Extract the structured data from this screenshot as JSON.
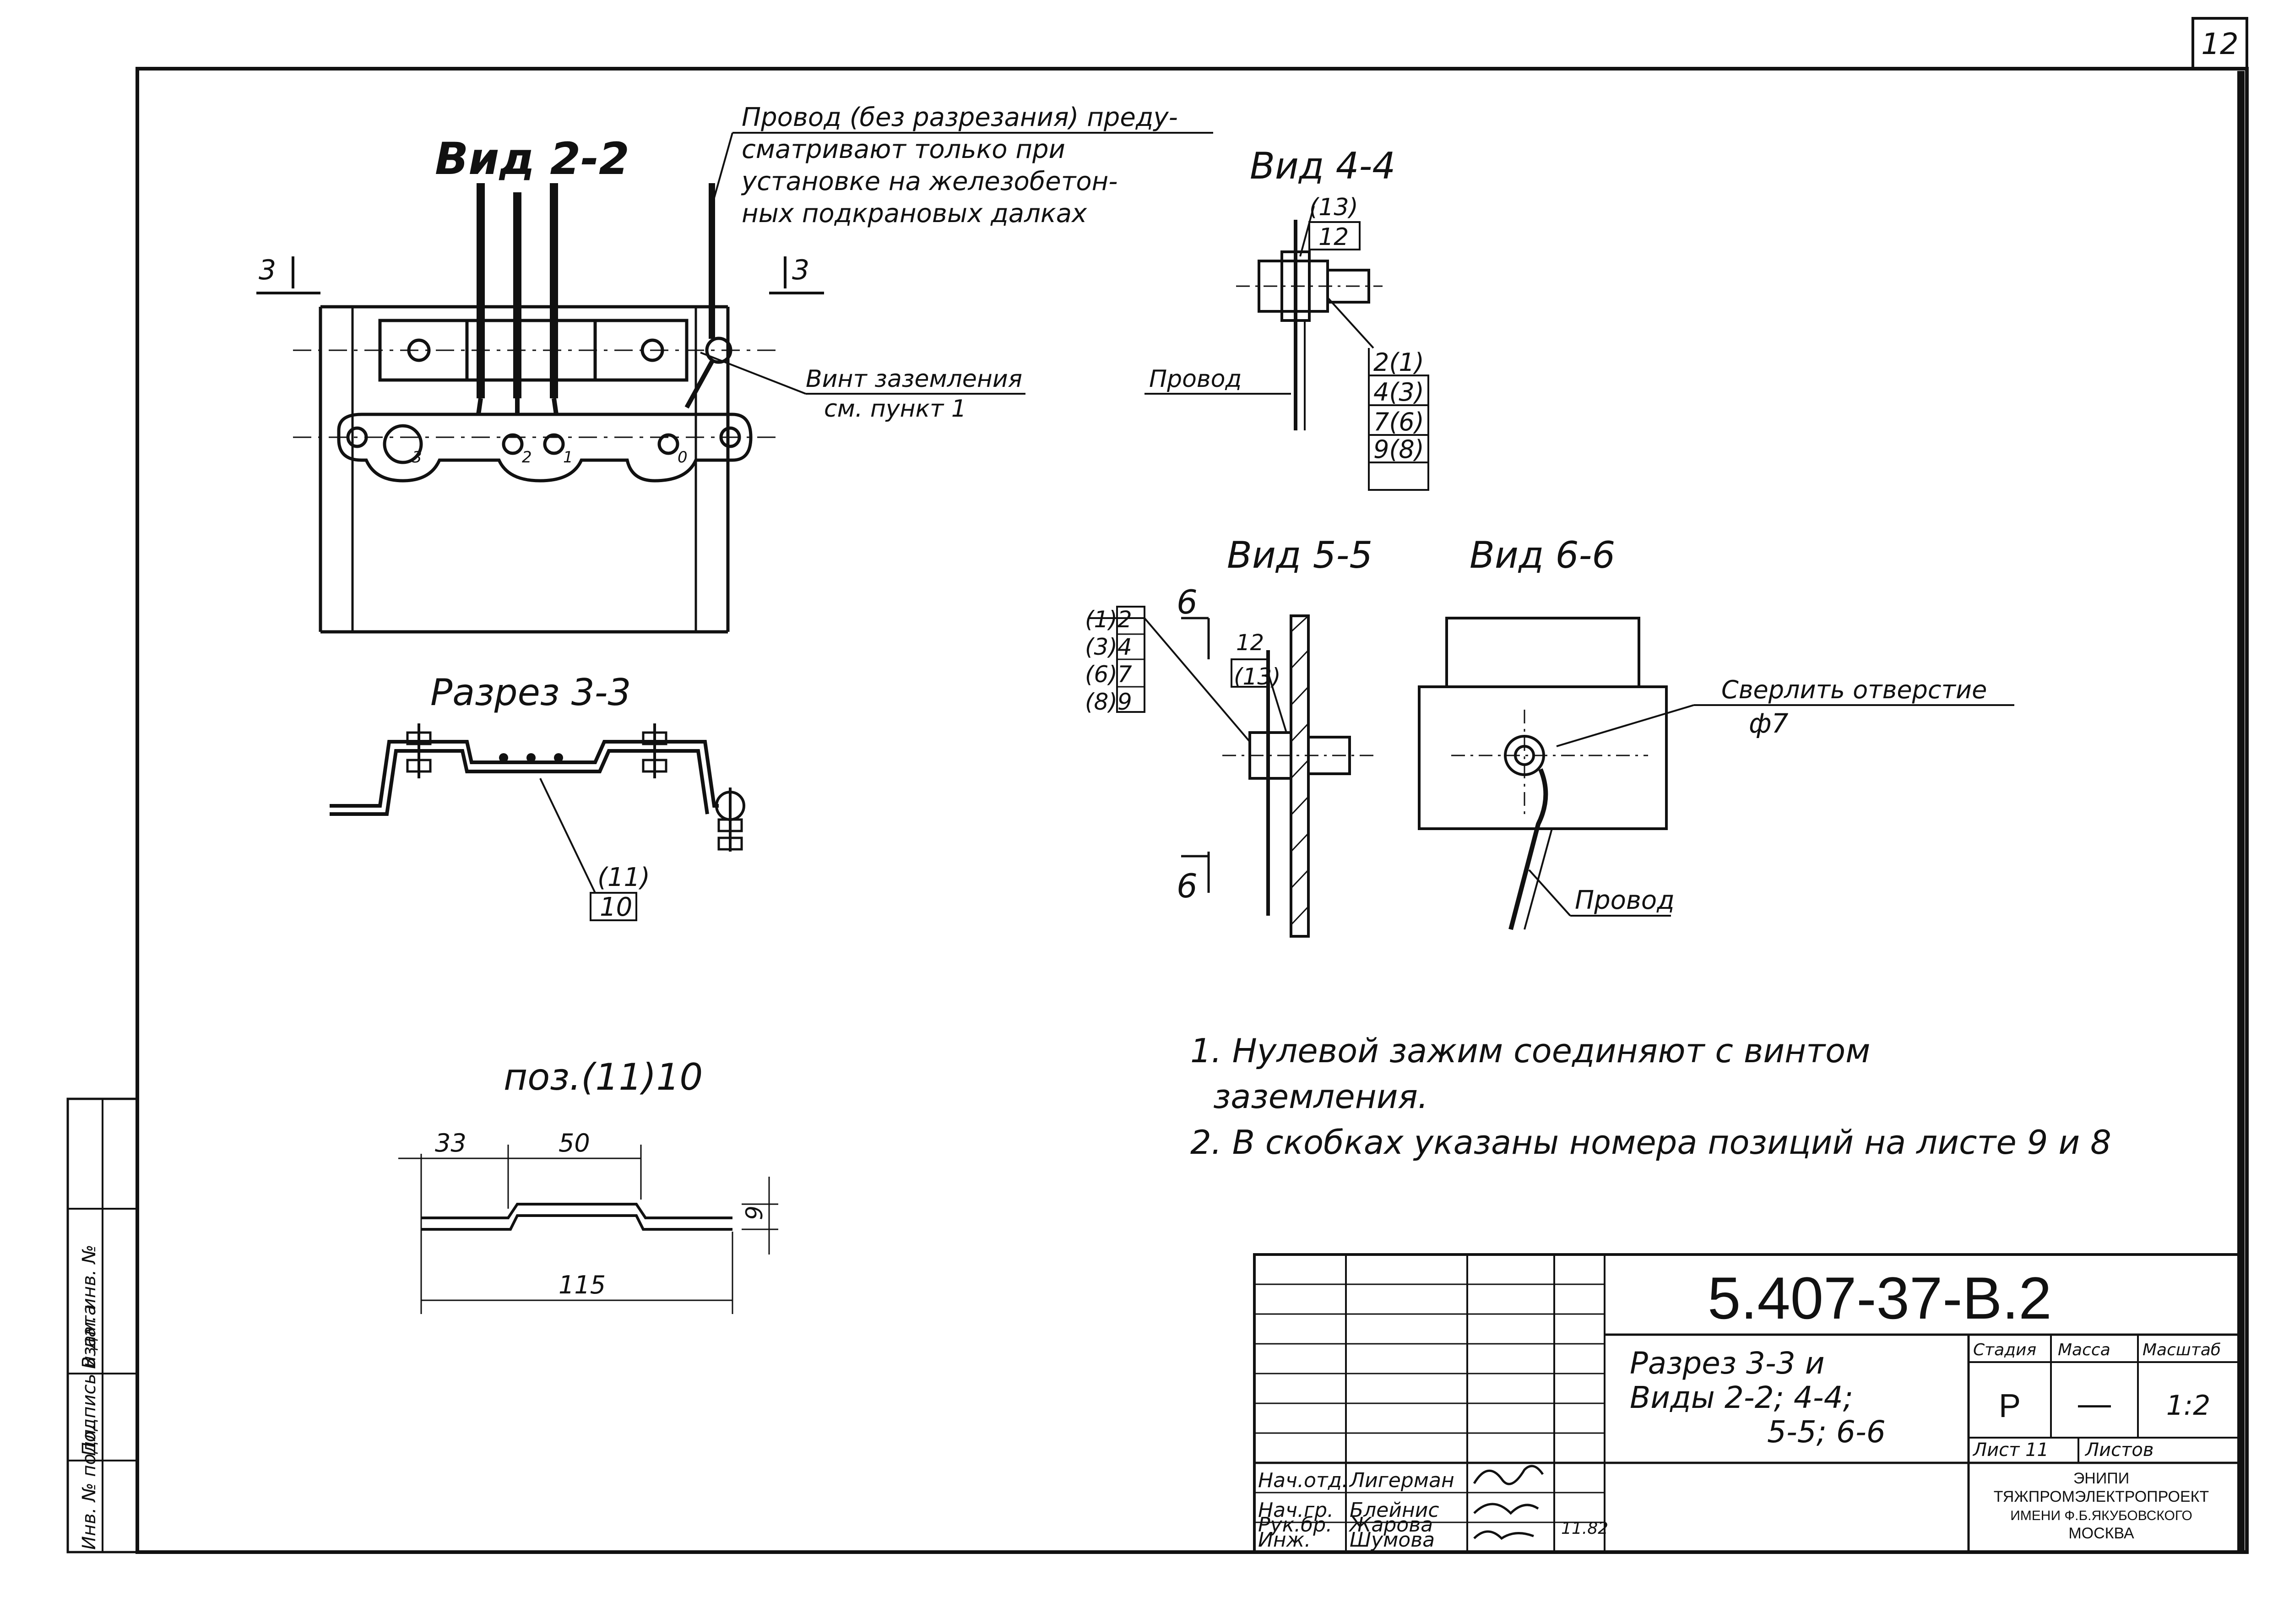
{
  "sheet_number": "12",
  "views": {
    "view_2_2": {
      "title": "Вид 2-2",
      "cut_mark_left": "3",
      "cut_mark_right": "3",
      "wire_note": [
        "Провод (без разрезания) преду-",
        "сматривают только при",
        "установке на железобетон-",
        "ных подкрановых далках"
      ],
      "ground_screw": [
        "Винт заземления",
        "см. пункт 1"
      ],
      "terminal_labels": [
        "3",
        "2",
        "1",
        "0"
      ]
    },
    "section_3_3": {
      "title": "Разрез 3-3",
      "label_top": "(11)",
      "label_bottom": "10"
    },
    "view_4_4": {
      "title": "Вид 4-4",
      "label_13": "(13)",
      "label_12": "12",
      "wire_label": "Провод",
      "positions": [
        "2(1)",
        "4(3)",
        "7(6)",
        "9(8)"
      ]
    },
    "view_5_5": {
      "title": "Вид 5-5",
      "cut_mark": "6",
      "positions": [
        "(1)2",
        "(3)4",
        "(6)7",
        "(8)9"
      ],
      "label_12": "12",
      "label_13": "(13)"
    },
    "view_6_6": {
      "title": "Вид 6-6",
      "drill_note": [
        "Сверлить отверстие",
        "ф7"
      ],
      "wire_label": "Провод"
    },
    "part_detail": {
      "title": "поз.(11)10",
      "dim_33": "33",
      "dim_50": "50",
      "dim_115": "115",
      "dim_9": "9"
    }
  },
  "notes": [
    "1. Нулевой зажим   соединяют с винтом",
    "заземления.",
    "2. В скобках указаны номера позиций на листе 9 и 8"
  ],
  "left_strip": [
    "Инв. № подл.",
    "Подпись и дата",
    "Взам. инв. №"
  ],
  "title_block": {
    "doc_code": "5.407-37-В.2",
    "title_lines": [
      "Разрез 3-3 и",
      "Виды 2-2; 4-4;",
      "5-5; 6-6"
    ],
    "stage_header": "Стадия",
    "mass_header": "Масса",
    "scale_header": "Масштаб",
    "stage": "Р",
    "mass": "—",
    "scale": "1:2",
    "sheet_label": "Лист 11",
    "sheets_label": "Листов",
    "org": [
      "ЭНИПИ",
      "ТЯЖПРОМЭЛЕКТРОПРОЕКТ",
      "ИМЕНИ Ф.Б.ЯКУБОВСКОГО",
      "МОСКВА"
    ],
    "signatures": [
      {
        "role": "Нач.отд.",
        "name": "Лигерман",
        "date": ""
      },
      {
        "role": "Нач.гр.",
        "name": "Блейнис",
        "date": ""
      },
      {
        "role": "Рук.бр.",
        "name": "Жарова",
        "date": "11.82"
      },
      {
        "role": "Инж.",
        "name": "Шумова",
        "date": ""
      }
    ]
  }
}
